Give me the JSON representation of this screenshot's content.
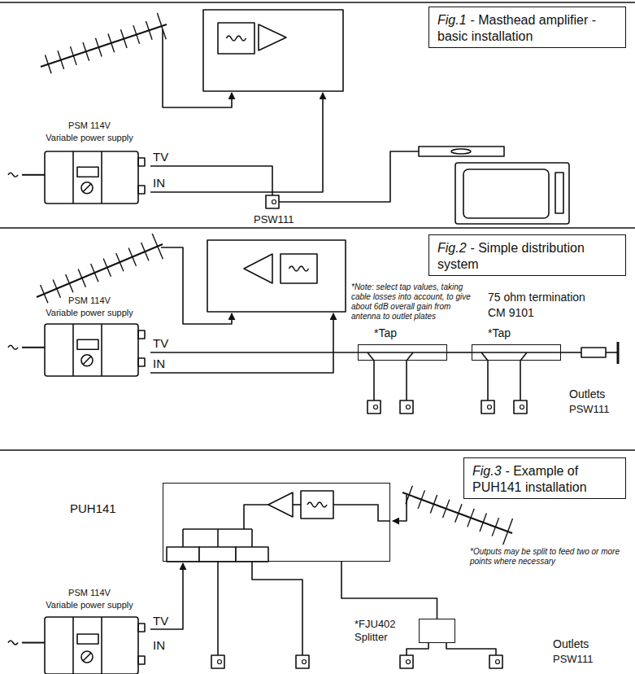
{
  "diagram": {
    "nodes": [
      {
        "text": [
          "Fig.1",
          "- Masthead amplifier - basic installation"
        ]
      },
      {
        "text": [
          "Fig.2",
          "- Simple distribution system"
        ]
      },
      {
        "text": [
          "*Tap"
        ]
      },
      {
        "text": [
          "*Tap"
        ]
      },
      {
        "text": [
          "Fig.3",
          "- Example of PUH141 installation"
        ]
      },
      {
        "text": [
          "PUH141"
        ]
      },
      {
        "text": [
          "*FJU402 Splitter"
        ]
      }
    ],
    "edges": [
      {
        "from": 2,
        "to": 3,
        "arrow": "none"
      },
      {
        "from": 5,
        "to": 6,
        "arrow": "none"
      }
    ],
    "labels": [
      "PSM 114V",
      "Variable power supply",
      "TV",
      "IN",
      "PSW111",
      "PSM 114V",
      "Variable power supply",
      "TV",
      "IN",
      "*Note: select tap values, taking cable losses into account, to give about 6dB overall gain from antenna to outlet plates",
      "75 ohm termination",
      "CM 9101",
      "Outlets",
      "PSW111",
      "PSM 114V",
      "Variable power supply",
      "TV",
      "IN",
      "*Outputs may be split to feed two or more points where necessary",
      "Outlets",
      "PSW111"
    ]
  }
}
